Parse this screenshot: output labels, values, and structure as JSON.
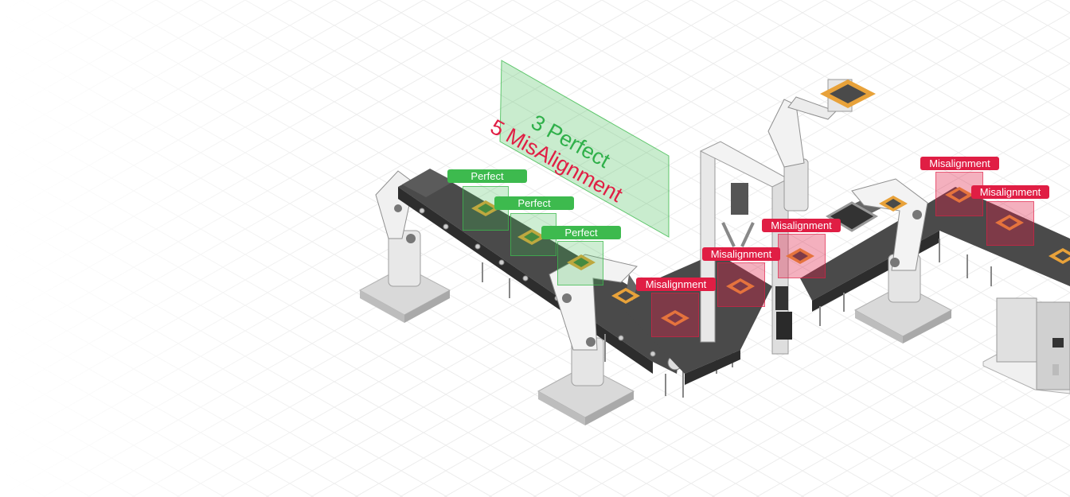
{
  "summary": {
    "perfect_line": "3 Perfect",
    "misalignment_line": "5 MisAlignment"
  },
  "detections": {
    "perfect_label": "Perfect",
    "misalignment_label": "Misalignment"
  },
  "counts": {
    "perfect": 3,
    "misalignment": 5
  },
  "colors": {
    "perfect": "#3dba4e",
    "misalignment": "#e01e44"
  }
}
